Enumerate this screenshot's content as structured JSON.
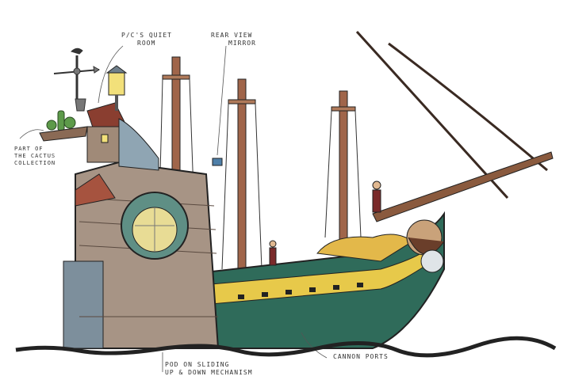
{
  "annotations": {
    "quiet_room": [
      "P/C'S QUIET",
      "ROOM"
    ],
    "mirror": [
      "REAR VIEW",
      "MIRROR"
    ],
    "cactus": [
      "PART OF",
      "THE CACTUS",
      "COLLECTION"
    ],
    "pod": [
      "POD ON SLIDING",
      "UP & DOWN MECHANISM"
    ],
    "cannon": "CANNON PORTS"
  },
  "colors": {
    "ink": "#222222",
    "wood": "#8a6a55",
    "mast": "#a0654a",
    "hull_green": "#2f6b5a",
    "hull_yellow": "#e7c94a",
    "slate": "#8fa5b3",
    "sail_gold": "#e3b84a"
  }
}
